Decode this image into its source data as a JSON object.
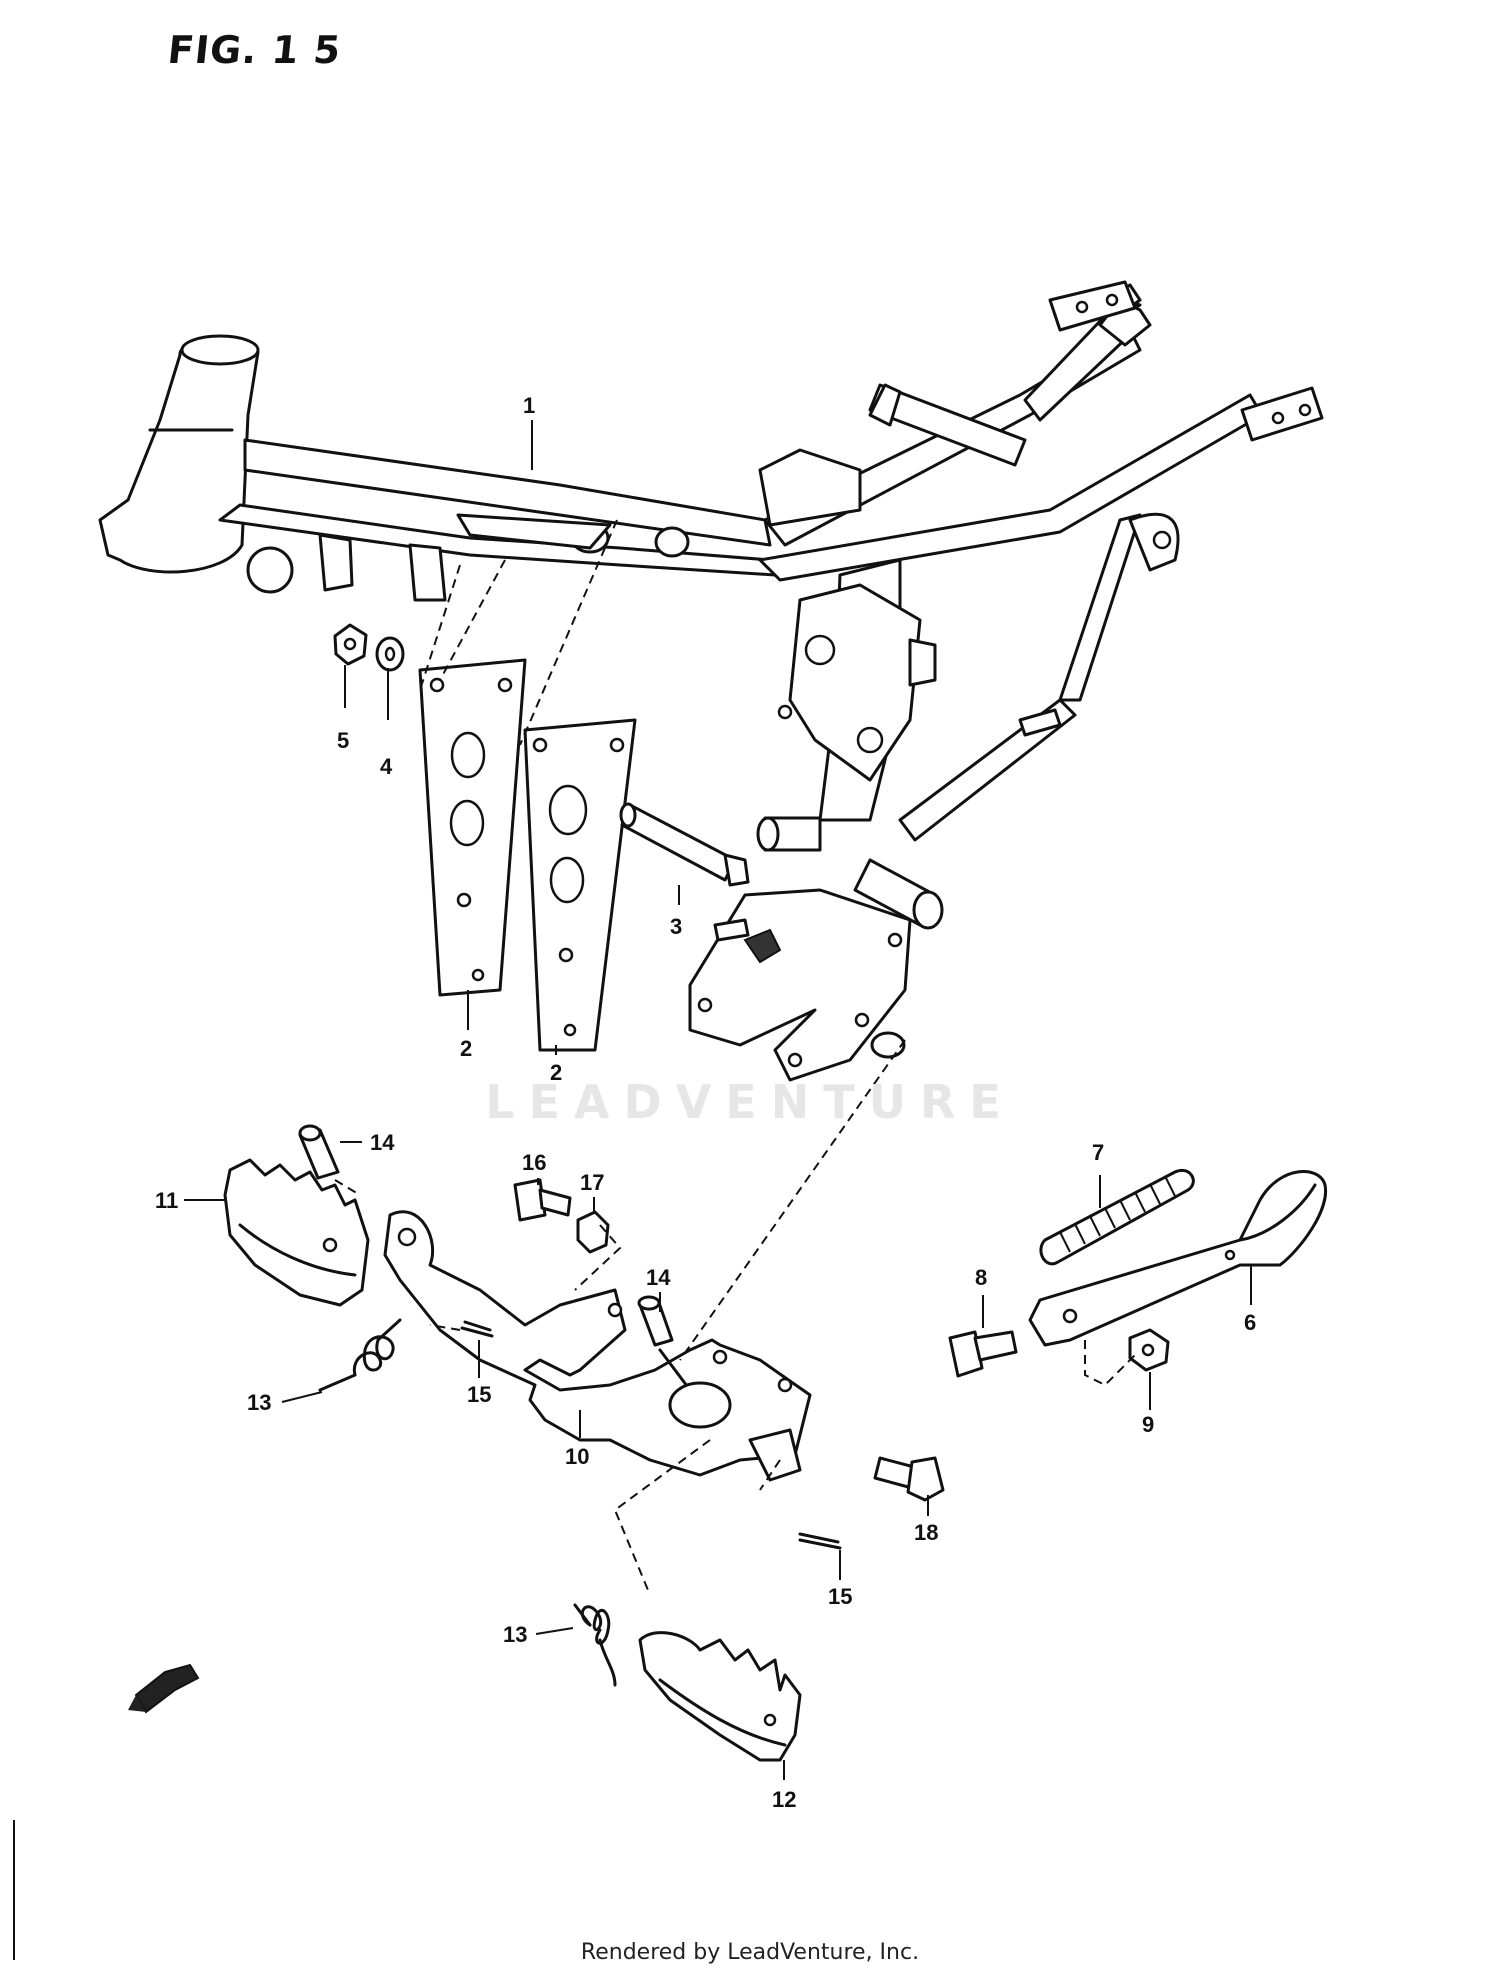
{
  "figure": {
    "title": "FIG. 1 5"
  },
  "watermark": "LEADVENTURE",
  "footer": "Rendered by LeadVenture, Inc.",
  "callouts": [
    {
      "id": "c1",
      "label": "1"
    },
    {
      "id": "c2a",
      "label": "2"
    },
    {
      "id": "c2b",
      "label": "2"
    },
    {
      "id": "c3",
      "label": "3"
    },
    {
      "id": "c4",
      "label": "4"
    },
    {
      "id": "c5",
      "label": "5"
    },
    {
      "id": "c6",
      "label": "6"
    },
    {
      "id": "c7",
      "label": "7"
    },
    {
      "id": "c8",
      "label": "8"
    },
    {
      "id": "c9",
      "label": "9"
    },
    {
      "id": "c10",
      "label": "10"
    },
    {
      "id": "c11",
      "label": "11"
    },
    {
      "id": "c12",
      "label": "12"
    },
    {
      "id": "c13a",
      "label": "13"
    },
    {
      "id": "c13b",
      "label": "13"
    },
    {
      "id": "c14a",
      "label": "14"
    },
    {
      "id": "c14b",
      "label": "14"
    },
    {
      "id": "c15a",
      "label": "15"
    },
    {
      "id": "c15b",
      "label": "15"
    },
    {
      "id": "c16",
      "label": "16"
    },
    {
      "id": "c17",
      "label": "17"
    },
    {
      "id": "c18",
      "label": "18"
    }
  ]
}
